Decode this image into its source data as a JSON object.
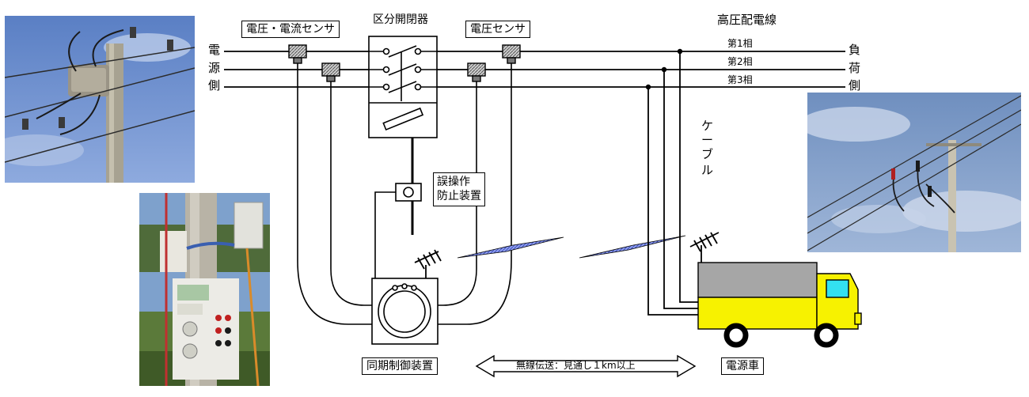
{
  "labels": {
    "hv_line": "高圧配電線",
    "phase1": "第1相",
    "phase2": "第2相",
    "phase3": "第3相",
    "source_side": [
      "電",
      "源",
      "側"
    ],
    "load_side": [
      "負",
      "荷",
      "側"
    ],
    "vc_sensor": "電圧・電流センサ",
    "switch": "区分開閉器",
    "v_sensor": "電圧センサ",
    "interlock": [
      "誤操作",
      "防止装置"
    ],
    "cable": [
      "ケ",
      "ー",
      "ブ",
      "ル"
    ],
    "sync_controller": "同期制御装置",
    "wireless": "無線伝送：見通し１km以上",
    "power_vehicle": "電源車"
  },
  "photos": {
    "pole_switch": "photo-utility-pole-with-switch",
    "controller_box": "photo-controller-box-on-pole",
    "overhead_lines": "photo-overhead-lines-sky"
  },
  "colors": {
    "truck_body": "#f7f200",
    "truck_box": "#a6a6a6",
    "truck_window": "#33e0f0",
    "radio_wave": "#5b6fd6",
    "sensor": "#9a9a9a"
  }
}
